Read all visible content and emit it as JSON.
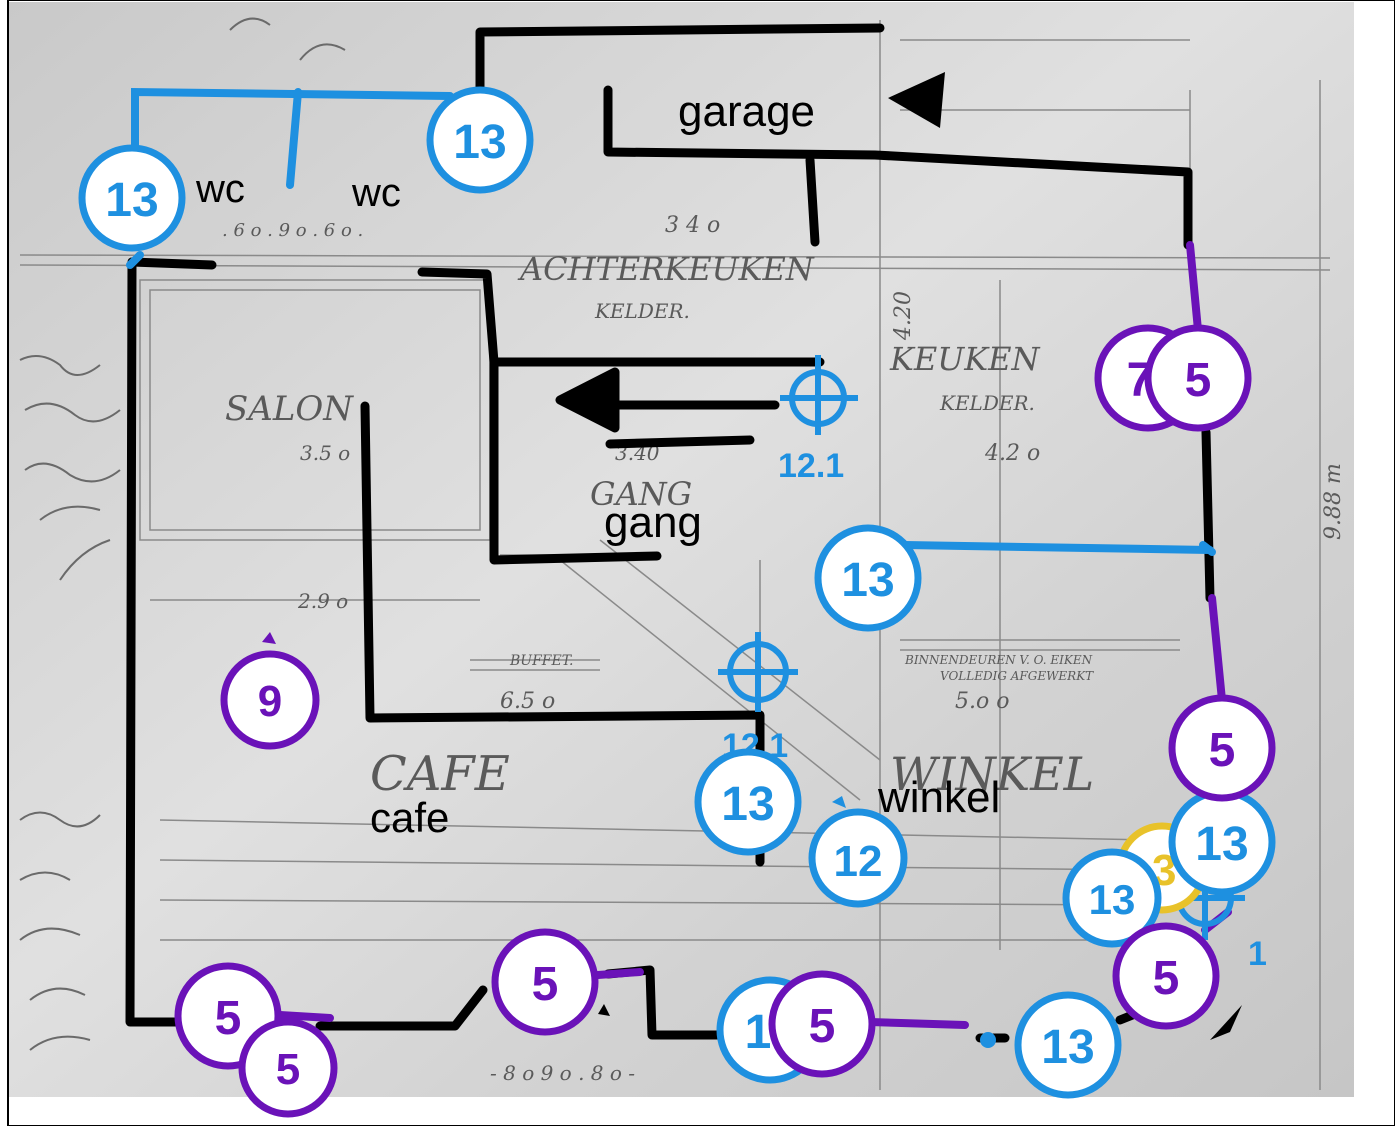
{
  "room_labels": {
    "garage": "garage",
    "wc_left": "wc",
    "wc_right": "wc",
    "gang": "gang",
    "cafe": "cafe",
    "winkel": "winkel"
  },
  "blueprint_text": {
    "achterkeuken": "ACHTERKEUKEN",
    "kelder_top": "KELDER.",
    "keuken": "KEUKEN",
    "kelder_right": "KELDER.",
    "salon": "SALON",
    "gang_print": "GANG",
    "cafe_print": "CAFE",
    "winkel_print": "WINKEL",
    "buffet": "BUFFET.",
    "dim_340": "3 4 o",
    "dim_350": "3.5 o",
    "dim_340b": "3.40",
    "dim_420": "4.20",
    "dim_420b": "4.2 o",
    "dim_650": "6.5 o",
    "dim_290": "2.9 o",
    "dim_500": "5.o o",
    "dim_988": "9.88 m",
    "dim_row": ". 6 o .  9 o  . 6 o .",
    "dim_bottom": "- 8 o  9 o . 8 o -",
    "binnen": "BINNENDEUREN V. O. EIKEN",
    "volledig": "VOLLEDIG AFGEWERKT"
  },
  "markers": {
    "m13_a": "13",
    "m13_b": "13",
    "m13_c": "13",
    "m13_d": "13",
    "m13_e": "13",
    "m13_f": "13",
    "m13_g": "13",
    "m13_h": "1",
    "m12": "12",
    "m9": "9",
    "m5_a": "5",
    "m5_b": "5",
    "m5_c": "5",
    "m5_d": "5",
    "m5_e": "5",
    "m5_f": "5",
    "m5_g": "5",
    "m7": "7",
    "m3": "3"
  },
  "crosshair_labels": {
    "c121_a": "12.1",
    "c121_b": "12.1",
    "c121_c": "1"
  },
  "colors": {
    "blue": "#1e90e0",
    "purple": "#6a12b8",
    "wall": "#000000",
    "yellow": "#e8c22a",
    "paper": "#d6d6d6"
  }
}
